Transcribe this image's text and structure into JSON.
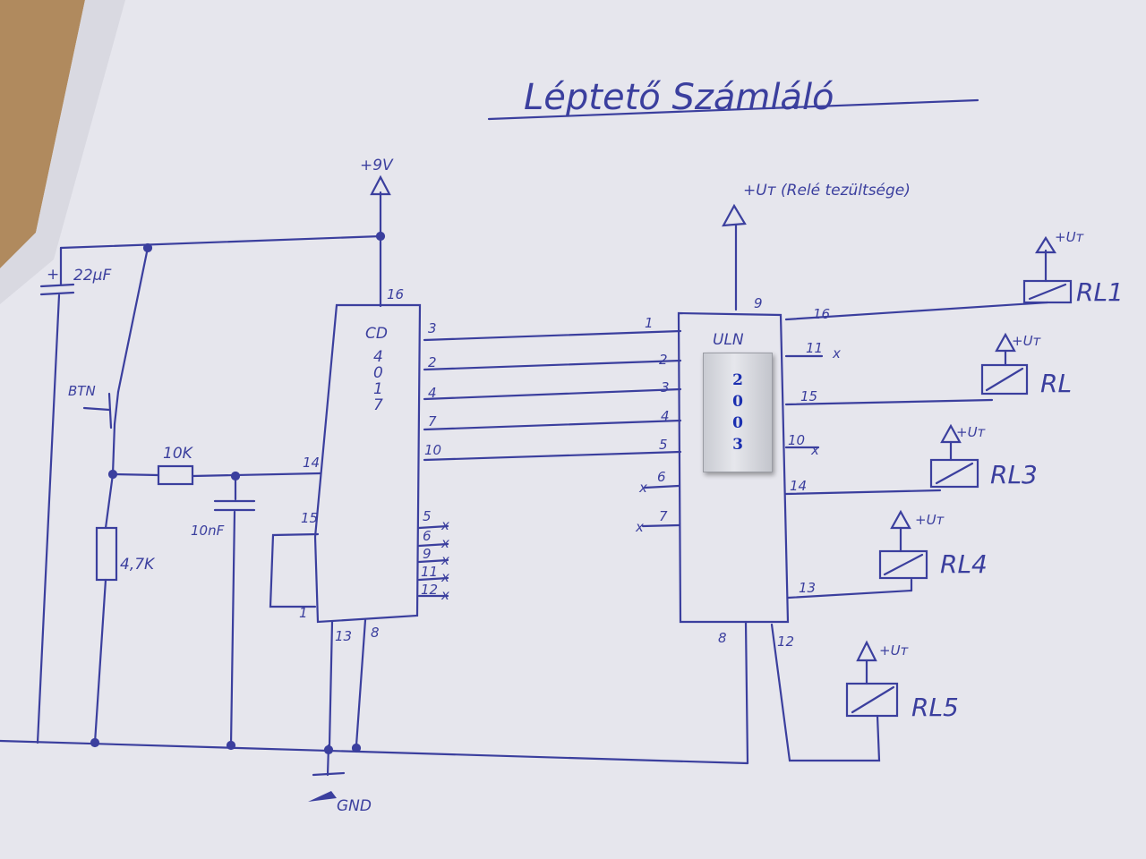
{
  "title": "Léptető Számláló",
  "supply": {
    "v9": "+9V",
    "ut_relay": "+Uт (Relé tezültsége)",
    "ut": "+Uт",
    "gnd": "GND"
  },
  "components": {
    "cap1": "22μF",
    "cap_plus": "+",
    "button": "BTN",
    "r1": "10K",
    "cap2": "10nF",
    "r2": "4,7K"
  },
  "cd4017": {
    "name": [
      "CD",
      "4",
      "0",
      "1",
      "7"
    ],
    "pins": {
      "p16": "16",
      "p3": "3",
      "p2": "2",
      "p4": "4",
      "p7": "7",
      "p10": "10",
      "p14": "14",
      "p15": "15",
      "p1": "1",
      "p13": "13",
      "p8": "8",
      "p5": "5",
      "p6": "6",
      "p9": "9",
      "p11": "11",
      "p12": "12"
    }
  },
  "uln": {
    "name": "ULN",
    "label": [
      "2",
      "0",
      "0",
      "3"
    ],
    "pins": {
      "p9": "9",
      "p1": "1",
      "p2": "2",
      "p3": "3",
      "p4": "4",
      "p5": "5",
      "p6": "6",
      "p7": "7",
      "p16": "16",
      "p11": "11",
      "p15": "15",
      "p10": "10",
      "p14": "14",
      "p13": "13",
      "p8": "8",
      "p12": "12"
    }
  },
  "relays": {
    "rl1": "RL1",
    "rl2": "RL",
    "rl3": "RL3",
    "rl4": "RL4",
    "rl5": "RL5"
  },
  "nc_mark": "x",
  "colors": {
    "ink": "#3b3f9e",
    "paper": "#e8e8ee",
    "table": "#b08a5e"
  }
}
